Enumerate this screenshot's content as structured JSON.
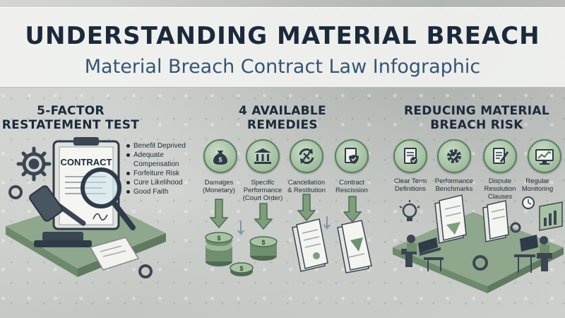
{
  "header": {
    "title": "UNDERSTANDING MATERIAL BREACH",
    "subtitle": "Material Breach Contract Law Infographic"
  },
  "test": {
    "title_line1": "5-FACTOR",
    "title_line2": "RESTATEMENT TEST",
    "document_label": "CONTRACT",
    "factors": [
      "Benefit Deprived",
      "Adequate",
      "Compensation",
      "Forfeiture Risk",
      "Cure Likelihood",
      "Good Faith"
    ]
  },
  "remedies": {
    "title_line1": "4 AVAILABLE",
    "title_line2": "REMEDIES",
    "items": [
      {
        "line1": "Damages",
        "line2": "(Monetary)",
        "icon": "money-bag-icon"
      },
      {
        "line1": "Specific",
        "line2": "Performance",
        "line3": "(Court Order)",
        "icon": "courthouse-icon"
      },
      {
        "line1": "Cancellation",
        "line2": "& Restitution",
        "icon": "cancel-cycle-icon"
      },
      {
        "line1": "Contract",
        "line2": "Rescission",
        "icon": "shield-document-icon"
      }
    ]
  },
  "risk": {
    "title_line1": "REDUCING MATERIAL",
    "title_line2": "BREACH RISK",
    "items": [
      {
        "line1": "Clear Term",
        "line2": "Definitions",
        "icon": "checklist-document-icon"
      },
      {
        "line1": "Performance",
        "line2": "Benchmarks",
        "icon": "gear-check-icon"
      },
      {
        "line1": "Dispute",
        "line2": "Resolution",
        "line3": "Clauses",
        "icon": "document-pen-icon"
      },
      {
        "line1": "Regular",
        "line2": "Monitoring",
        "icon": "monitor-chart-icon"
      }
    ]
  },
  "colors": {
    "navy": "#1b2a3b",
    "accent_blue": "#355574",
    "sage": "#8fb08c",
    "sage_dark": "#5c7f62"
  }
}
